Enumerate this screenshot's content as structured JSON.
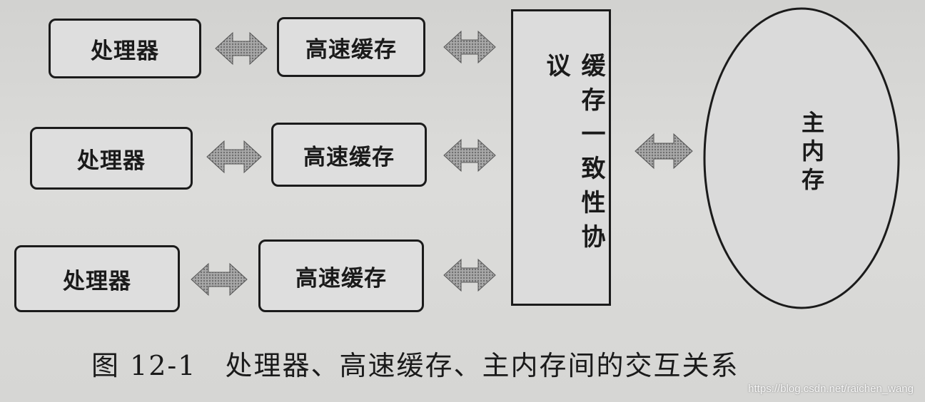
{
  "rows": [
    {
      "processor": "处理器",
      "cache": "高速缓存"
    },
    {
      "processor": "处理器",
      "cache": "高速缓存"
    },
    {
      "processor": "处理器",
      "cache": "高速缓存"
    }
  ],
  "protocol": "缓存一致性协议",
  "main_memory": "主内存",
  "caption": "图 12-1　处理器、高速缓存、主内存间的交互关系",
  "watermark": "https://blog.csdn.net/raichen_wang",
  "colors": {
    "border": "#1b1b1b",
    "arrow_fill": "#8a8a8a"
  }
}
